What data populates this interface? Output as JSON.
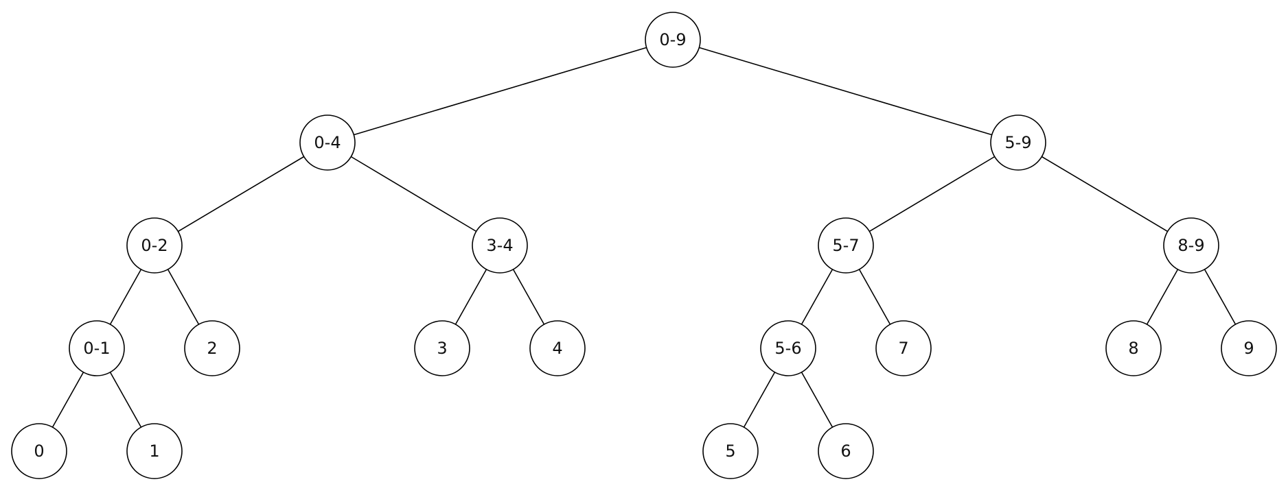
{
  "diagram": {
    "type": "binary-tree",
    "colors": {
      "stroke": "#000000",
      "fill": "#ffffff",
      "text": "#111111"
    },
    "nodes": [
      {
        "id": "n0-9",
        "label": "0-9",
        "depth": 0
      },
      {
        "id": "n0-4",
        "label": "0-4",
        "depth": 1
      },
      {
        "id": "n5-9",
        "label": "5-9",
        "depth": 1
      },
      {
        "id": "n0-2",
        "label": "0-2",
        "depth": 2
      },
      {
        "id": "n3-4",
        "label": "3-4",
        "depth": 2
      },
      {
        "id": "n5-7",
        "label": "5-7",
        "depth": 2
      },
      {
        "id": "n8-9",
        "label": "8-9",
        "depth": 2
      },
      {
        "id": "n0-1",
        "label": "0-1",
        "depth": 3
      },
      {
        "id": "n2",
        "label": "2",
        "depth": 3
      },
      {
        "id": "n3",
        "label": "3",
        "depth": 3
      },
      {
        "id": "n4",
        "label": "4",
        "depth": 3
      },
      {
        "id": "n5-6",
        "label": "5-6",
        "depth": 3
      },
      {
        "id": "n7",
        "label": "7",
        "depth": 3
      },
      {
        "id": "n8",
        "label": "8",
        "depth": 3
      },
      {
        "id": "n9",
        "label": "9",
        "depth": 3
      },
      {
        "id": "n0",
        "label": "0",
        "depth": 4
      },
      {
        "id": "n1",
        "label": "1",
        "depth": 4
      },
      {
        "id": "n5",
        "label": "5",
        "depth": 4
      },
      {
        "id": "n6",
        "label": "6",
        "depth": 4
      }
    ],
    "edges": [
      {
        "from": "n0-9",
        "to": "n0-4"
      },
      {
        "from": "n0-9",
        "to": "n5-9"
      },
      {
        "from": "n0-4",
        "to": "n0-2"
      },
      {
        "from": "n0-4",
        "to": "n3-4"
      },
      {
        "from": "n5-9",
        "to": "n5-7"
      },
      {
        "from": "n5-9",
        "to": "n8-9"
      },
      {
        "from": "n0-2",
        "to": "n0-1"
      },
      {
        "from": "n0-2",
        "to": "n2"
      },
      {
        "from": "n3-4",
        "to": "n3"
      },
      {
        "from": "n3-4",
        "to": "n4"
      },
      {
        "from": "n5-7",
        "to": "n5-6"
      },
      {
        "from": "n5-7",
        "to": "n7"
      },
      {
        "from": "n8-9",
        "to": "n8"
      },
      {
        "from": "n8-9",
        "to": "n9"
      },
      {
        "from": "n0-1",
        "to": "n0"
      },
      {
        "from": "n0-1",
        "to": "n1"
      },
      {
        "from": "n5-6",
        "to": "n5"
      },
      {
        "from": "n5-6",
        "to": "n6"
      }
    ]
  }
}
